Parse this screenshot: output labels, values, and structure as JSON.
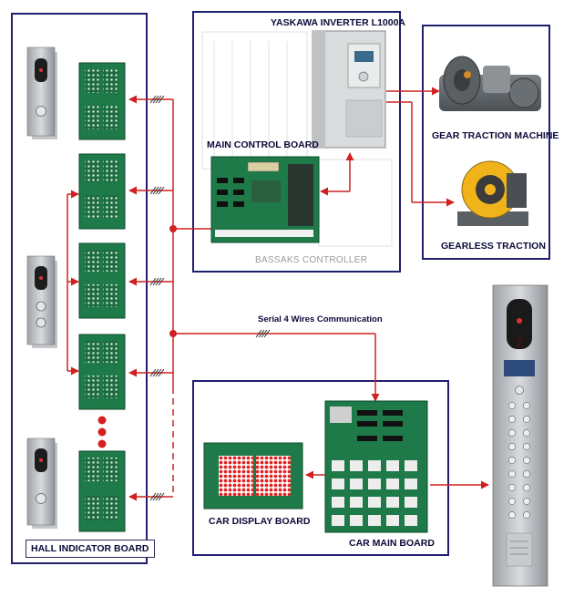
{
  "labels": {
    "inverter": "YASKAWA INVERTER L1000A",
    "main_control": "MAIN CONTROL BOARD",
    "controller": "BASSAKS CONTROLLER",
    "gear_traction": "GEAR TRACTION  MACHINE",
    "gearless_traction": "GEARLESS TRACTION",
    "serial": "Serial 4 Wires Communication",
    "car_display": "CAR DISPLAY BOARD",
    "car_main": "CAR MAIN BOARD",
    "hall_indicator": "HALL INDICATOR BOARD"
  },
  "colors": {
    "box_border": "#1f1f6e",
    "wire": "#d02020",
    "pcb": "#1f7a4a",
    "panel": "#b8bcc0"
  },
  "icons": [
    "call-panel-icon",
    "pcb-board-icon",
    "inverter-icon",
    "motor-icon",
    "cop-panel-icon"
  ]
}
